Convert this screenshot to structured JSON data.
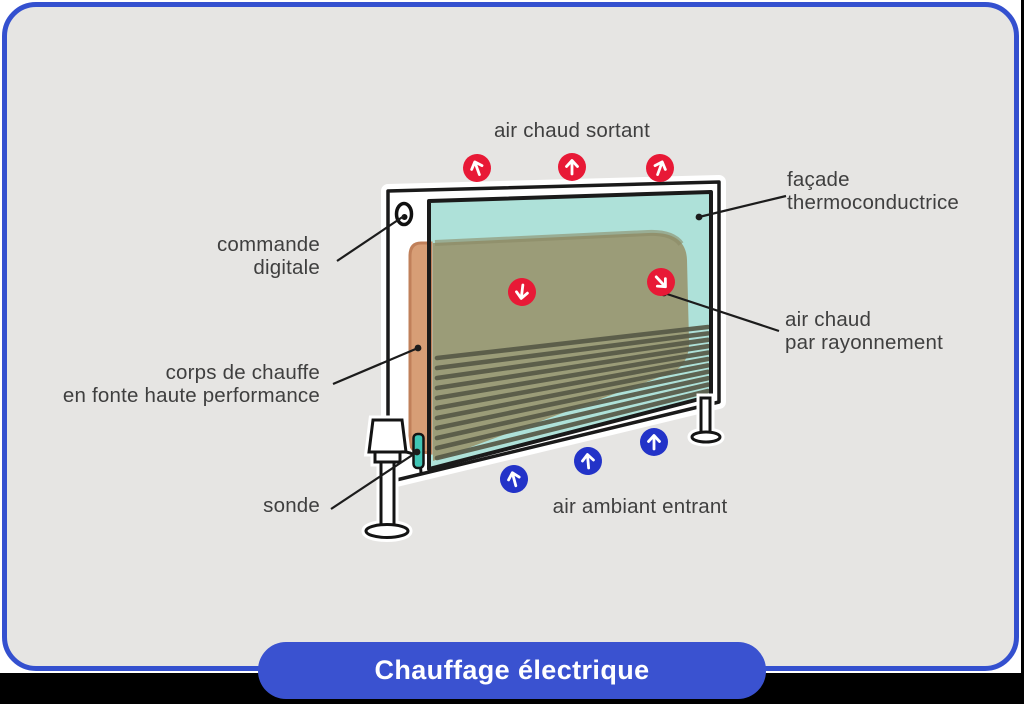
{
  "title": {
    "label": "Chauffage électrique"
  },
  "labels": {
    "air_chaud_sortant": "air chaud sortant",
    "facade": {
      "line1": "façade",
      "line2": "thermoconductrice"
    },
    "commande": {
      "line1": "commande",
      "line2": "digitale"
    },
    "corps": {
      "line1": "corps de chauffe",
      "line2": "en fonte haute performance"
    },
    "sonde": "sonde",
    "rayonnement": {
      "line1": "air chaud",
      "line2": "par rayonnement"
    },
    "air_ambiant_entrant": "air ambiant entrant"
  },
  "icons": {
    "hot_air_out_arrows": "red circles with white up arrows",
    "ambient_air_in_arrows": "blue circles with white up arrows",
    "radiant_heat_arrows": "red circles with white down arrows"
  },
  "colors": {
    "red": "#e81936",
    "blue": "#2333c8",
    "banner": "#3a52d0",
    "border": "#3450cf",
    "card": "#e6e5e3",
    "glass": "#aee1d9",
    "olive": "#9b9c78",
    "slat": "#575947",
    "orange": "#d79e76",
    "orange_line": "#c0805a",
    "probe": "#40c5b5",
    "text": "#3f3f3f"
  }
}
